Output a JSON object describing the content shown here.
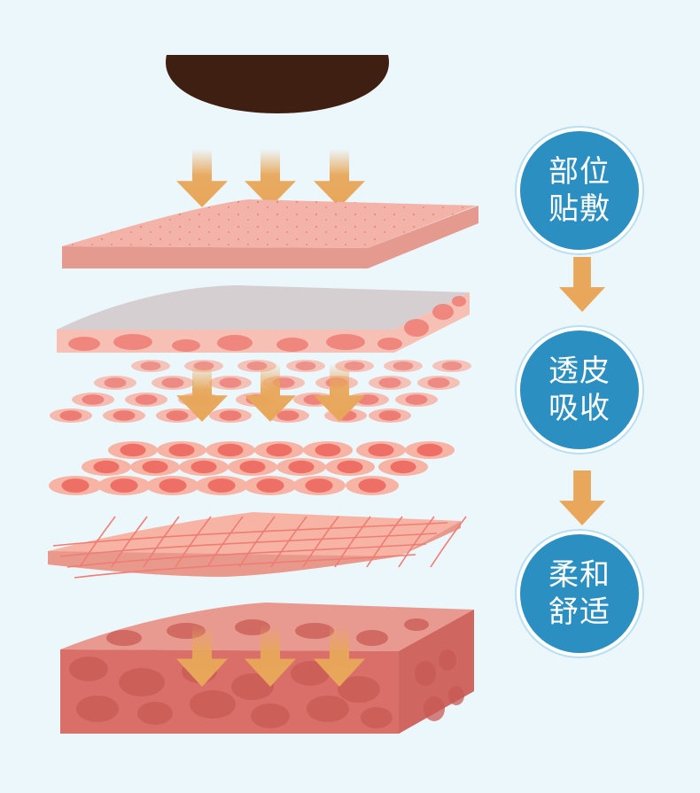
{
  "steps": [
    {
      "line1": "部位",
      "line2": "贴敷"
    },
    {
      "line1": "透皮",
      "line2": "吸收"
    },
    {
      "line1": "柔和",
      "line2": "舒适"
    }
  ],
  "colors": {
    "background": "#ecf7fc",
    "step_circle": "#2b8fc1",
    "arrow": "#e8a75a",
    "patch": "#3e1f12",
    "skin_top": "#f4b3a8",
    "skin_side": "#e49a8f",
    "membrane": "#d6cfd2",
    "cell_outer": "#f7b4a5",
    "cell_nucleus": "#ee6f66",
    "mesh_line": "#ee7d74",
    "tissue": "#d96f68",
    "tissue_spot": "#c85954"
  },
  "icons": [
    "patch-disc",
    "down-arrow-icon"
  ]
}
